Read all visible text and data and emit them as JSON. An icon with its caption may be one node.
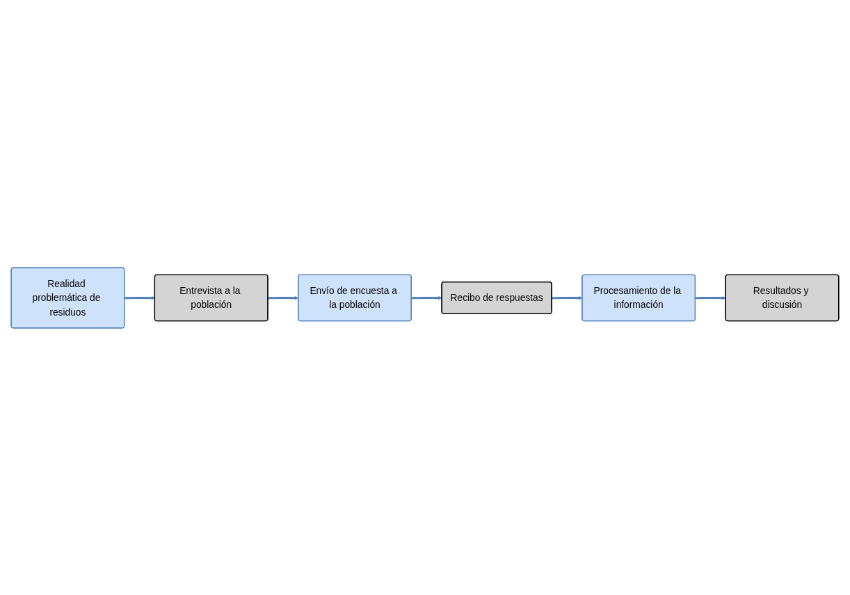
{
  "diagram": {
    "nodes": [
      {
        "text": [
          "Realidad problemática de residuos"
        ]
      },
      {
        "text": [
          "Entrevista a la población"
        ]
      },
      {
        "text": [
          "Envío de encuesta a la población"
        ]
      },
      {
        "text": [
          "Recibo de respuestas"
        ]
      },
      {
        "text": [
          "Procesamiento de la información"
        ]
      },
      {
        "text": [
          "Resultados y discusión"
        ]
      }
    ],
    "edges": [
      {
        "from": 0,
        "to": 1,
        "arrow": "to"
      },
      {
        "from": 1,
        "to": 2,
        "arrow": "to"
      },
      {
        "from": 2,
        "to": 3,
        "arrow": "to"
      },
      {
        "from": 3,
        "to": 4,
        "arrow": "to"
      },
      {
        "from": 4,
        "to": 5,
        "arrow": "to"
      }
    ]
  }
}
